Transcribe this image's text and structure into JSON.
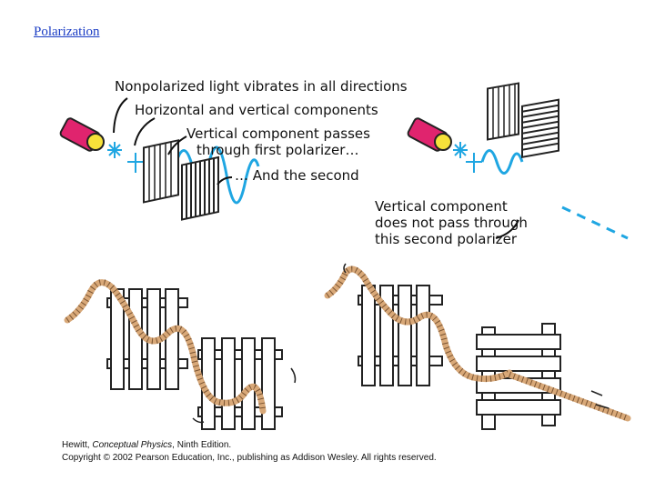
{
  "slide": {
    "title": "Polarization"
  },
  "top_left": {
    "label_nonpolarized": "Nonpolarized light vibrates in all directions",
    "label_components": "Horizontal and vertical components",
    "label_passes_1": "Vertical component passes",
    "label_passes_2": "through first polarizer…",
    "label_second": "… And the second"
  },
  "top_right": {
    "label_blocked_1": "Vertical component",
    "label_blocked_2": "does not pass through",
    "label_blocked_3": "this second polarizer"
  },
  "credit": {
    "line1_author": "Hewitt,",
    "line1_book": "Conceptual Physics",
    "line1_edition": ", Ninth Edition.",
    "line2": "Copyright © 2002 Pearson Education, Inc., publishing as Addison Wesley. All rights reserved."
  },
  "colors": {
    "flashlight": "#e0246e",
    "lens": "#f6e23a",
    "wave": "#1fa6e2",
    "rope": "#d8a878",
    "link": "#1a3cc4"
  }
}
